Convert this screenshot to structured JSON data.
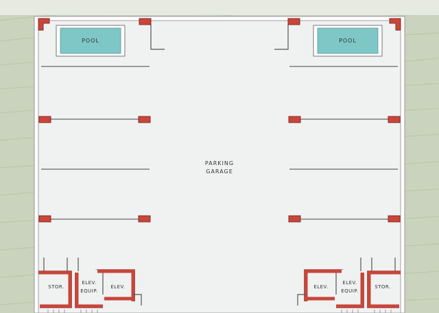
{
  "plan": {
    "pool_left": "POOL",
    "pool_right": "POOL",
    "garage_line1": "PARKING",
    "garage_line2": "GARAGE",
    "left_core": {
      "storage": "STOR.",
      "equip_line1": "ELEV.",
      "equip_line2": "EQUIP.",
      "elevator": "ELEV."
    },
    "right_core": {
      "elevator": "ELEV.",
      "equip_line1": "ELEV.",
      "equip_line2": "EQUIP.",
      "storage": "STOR."
    }
  },
  "colors": {
    "landscape": "#c9d3bd",
    "floor": "#f0f1f1",
    "wall": "#ffffff",
    "column": "#c8463a",
    "column_outline": "#8a2a22",
    "pool_water": "#7fc6c6",
    "line": "#555555"
  }
}
